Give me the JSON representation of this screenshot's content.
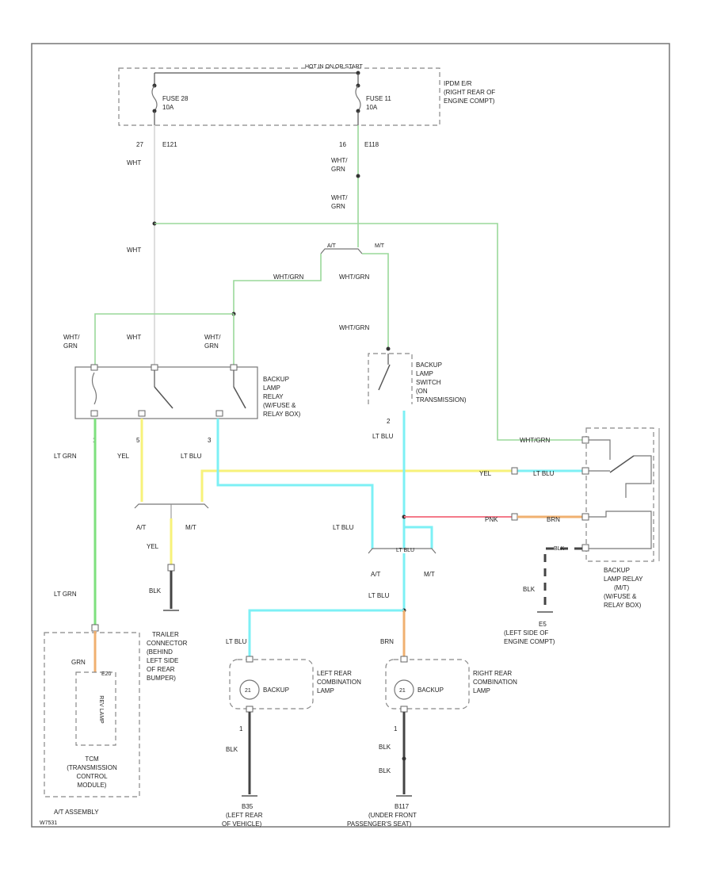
{
  "pdb": {
    "header": "HOT IN ON OR START",
    "label_lines": [
      "IPDM E/R",
      "(RIGHT REAR OF",
      "ENGINE COMPT)"
    ],
    "fuse_left": [
      "FUSE 28",
      "10A"
    ],
    "fuse_right": [
      "FUSE 11",
      "10A"
    ],
    "pin_left": "27",
    "conn_left": "E121",
    "pin_right": "16",
    "conn_right": "E118"
  },
  "wires": {
    "wht": "WHT",
    "wht_grn_split": [
      "WHT/",
      "GRN"
    ],
    "wht_grn": "WHT/GRN",
    "lt_grn": "LT GRN",
    "yel": "YEL",
    "lt_blu": "LT BLU",
    "pnk": "PNK",
    "brn": "BRN",
    "blk": "BLK",
    "at": "A/T",
    "mt": "M/T",
    "grn": "GRN"
  },
  "backup_relay": {
    "label_lines": [
      "BACKUP",
      "LAMP",
      "RELAY",
      "(W/FUSE &",
      "RELAY BOX)"
    ],
    "pin1": "1",
    "pin5": "5",
    "pin3": "3"
  },
  "backup_switch": {
    "label_lines": [
      "BACKUP",
      "LAMP",
      "SWITCH",
      "(ON",
      "TRANSMISSION)"
    ],
    "pin": "2"
  },
  "relay_mt": {
    "label_lines": [
      "BACKUP",
      "LAMP RELAY",
      "(M/T)",
      "(W/FUSE &",
      "RELAY BOX)"
    ]
  },
  "ground_e5": {
    "label_lines": [
      "E5",
      "(LEFT SIDE OF",
      "ENGINE COMPT)"
    ]
  },
  "trailer": {
    "label_lines": [
      "TRAILER",
      "CONNECTOR",
      "(BEHIND",
      "LEFT SIDE",
      "OF REAR",
      "BUMPER)"
    ]
  },
  "tcm": {
    "sensor": "E20",
    "inner": "REV LAMP",
    "label_lines": [
      "TCM",
      "(TRANSMISSION",
      "CONTROL",
      "MODULE)"
    ],
    "assembly": "A/T ASSEMBLY"
  },
  "left_lamp": {
    "bulb": "21",
    "text": "BACKUP",
    "label_lines": [
      "LEFT REAR",
      "COMBINATION",
      "LAMP"
    ],
    "pin": "1"
  },
  "right_lamp": {
    "bulb": "21",
    "text": "BACKUP",
    "label_lines": [
      "RIGHT REAR",
      "COMBINATION",
      "LAMP"
    ],
    "pin": "1"
  },
  "ground_b35": {
    "label_lines": [
      "B35",
      "(LEFT REAR",
      "OF VEHICLE)"
    ]
  },
  "ground_b117": {
    "label_lines": [
      "B117",
      "(UNDER FRONT",
      "PASSENGER'S SEAT)"
    ]
  },
  "figure_id": "W7531"
}
